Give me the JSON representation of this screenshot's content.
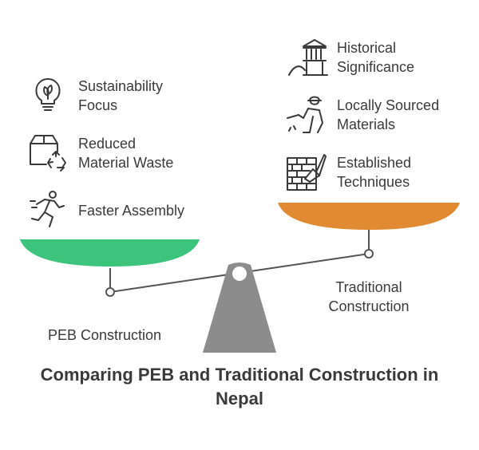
{
  "title": "Comparing PEB and Traditional Construction in Nepal",
  "left_side": {
    "label_line1": "PEB Construction",
    "color": "#3cc47c",
    "items": [
      {
        "line1": "Sustainability",
        "line2": "Focus",
        "icon": "lightbulb-leaf-icon"
      },
      {
        "line1": "Reduced",
        "line2": "Material Waste",
        "icon": "box-recycle-icon"
      },
      {
        "line1": "Faster Assembly",
        "line2": "",
        "icon": "running-person-icon"
      }
    ]
  },
  "right_side": {
    "label_line1": "Traditional",
    "label_line2": "Construction",
    "color": "#e08a31",
    "items": [
      {
        "line1": "Historical",
        "line2": "Significance",
        "icon": "monument-icon"
      },
      {
        "line1": "Locally Sourced",
        "line2": "Materials",
        "icon": "worker-icon"
      },
      {
        "line1": "Established",
        "line2": "Techniques",
        "icon": "brick-trowel-icon"
      }
    ]
  },
  "colors": {
    "fulcrum": "#8c8c8c",
    "beam": "#555555",
    "text": "#3a3a3a"
  }
}
